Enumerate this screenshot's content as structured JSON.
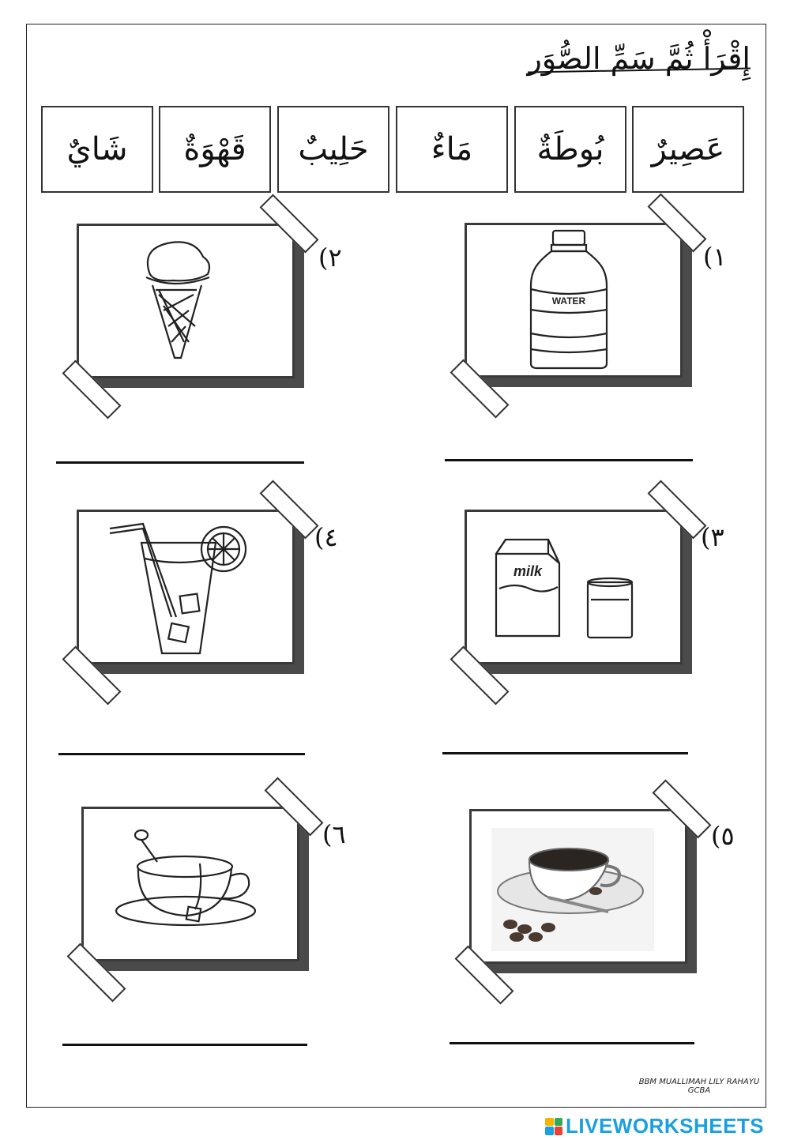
{
  "worksheet": {
    "title": "إِقْرَأْ ثُمَّ سَمِّ الصُّوَر",
    "word_bank": [
      "عَصِيرٌ",
      "بُوطَةٌ",
      "مَاءٌ",
      "حَلِيبٌ",
      "قَهْوَةٌ",
      "شَايٌ"
    ],
    "items": [
      {
        "number": "١)",
        "picture": "water-bottle",
        "label_text": "WATER"
      },
      {
        "number": "٢)",
        "picture": "ice-cream-cone"
      },
      {
        "number": "٣)",
        "picture": "milk-carton-and-glass",
        "label_text": "milk"
      },
      {
        "number": "٤)",
        "picture": "juice-glass-with-lemon"
      },
      {
        "number": "٥)",
        "picture": "coffee-cup"
      },
      {
        "number": "٦)",
        "picture": "tea-cup"
      }
    ],
    "credit": "BBM MUALLIMAH LILY RAHAYU GCBA"
  },
  "brand": {
    "name": "LIVEWORKSHEETS",
    "color": "#1aa0e0",
    "logo_colors": [
      "#f4b400",
      "#34a853",
      "#1aa0e0",
      "#e94235"
    ]
  }
}
